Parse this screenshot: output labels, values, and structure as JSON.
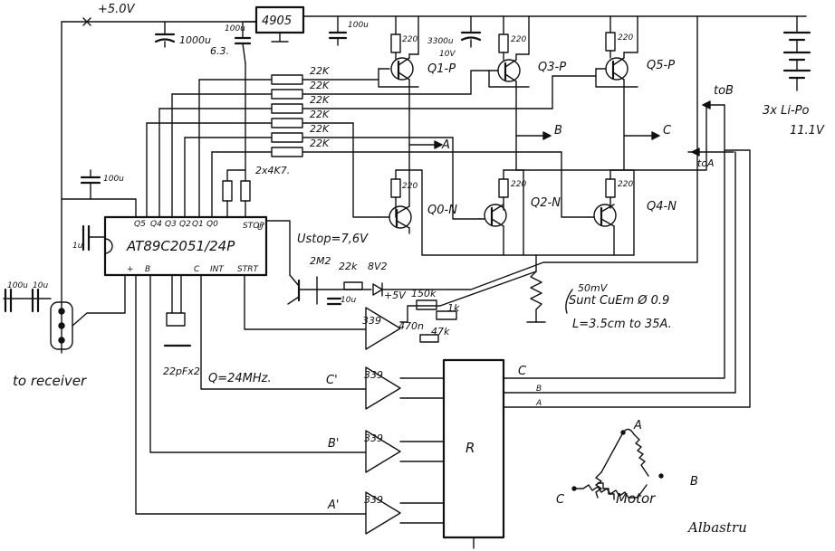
{
  "supply": {
    "rail": "+5.0V",
    "battery": "3x Li-Po",
    "battery_voltage": "11.1V"
  },
  "regulator": {
    "part": "4905"
  },
  "caps": {
    "c_reg_in": "1000u",
    "c_reg_in_v": "6.3.",
    "c_reg_side": "100u",
    "c_bulk": "3300u",
    "c_bulk_v": "10V",
    "c_top": "100u",
    "c_mcu": "100u",
    "c_reset": "1u",
    "c_in1": "100u",
    "c_in2": "10u",
    "c_xtal": "22pFx2"
  },
  "mcu": {
    "label": "AT89C2051/24P",
    "pins_top": [
      "Q5",
      "Q4",
      "Q3",
      "Q2",
      "Q1",
      "Q0"
    ],
    "pin_right": "STOP",
    "pin_right2": "U",
    "pins_bottom": [
      "+",
      "B",
      "C",
      "INT",
      "STRT"
    ]
  },
  "resistors": {
    "gate": [
      "22K",
      "22K",
      "22K",
      "22K",
      "22K",
      "22K"
    ],
    "pull": "2x4K7.",
    "r220": "220"
  },
  "transistors": {
    "p1": "Q1-P",
    "p3": "Q3-P",
    "p5": "Q5-P",
    "n0": "Q0-N",
    "n2": "Q2-N",
    "n4": "Q4-N"
  },
  "phases": {
    "a": "A",
    "b": "B",
    "c": "C",
    "to_b": "toB",
    "to_a": "toA"
  },
  "stop_section": {
    "label": "Ustop=7,6V",
    "r1": "2M2",
    "r2": "22k",
    "zener": "8V2",
    "c1": "10u"
  },
  "comparator": {
    "part": "339",
    "supply": "+5V",
    "r1": "150k",
    "r2": "1k",
    "c1": "470n",
    "r3": "47k"
  },
  "shunt": {
    "v": "50mV",
    "desc": "Sunt CuEm Ø 0.9",
    "len": "L=3.5cm to 35A."
  },
  "crystal": {
    "freq": "Q=24MHz."
  },
  "comparators": {
    "c": "C'",
    "b": "B'",
    "a": "A'"
  },
  "rnet": {
    "label": "R"
  },
  "motor": {
    "label": "Motor",
    "a": "A",
    "b": "B",
    "c": "C"
  },
  "receiver": {
    "label": "to receiver"
  },
  "author": {
    "name": "Albastru"
  }
}
